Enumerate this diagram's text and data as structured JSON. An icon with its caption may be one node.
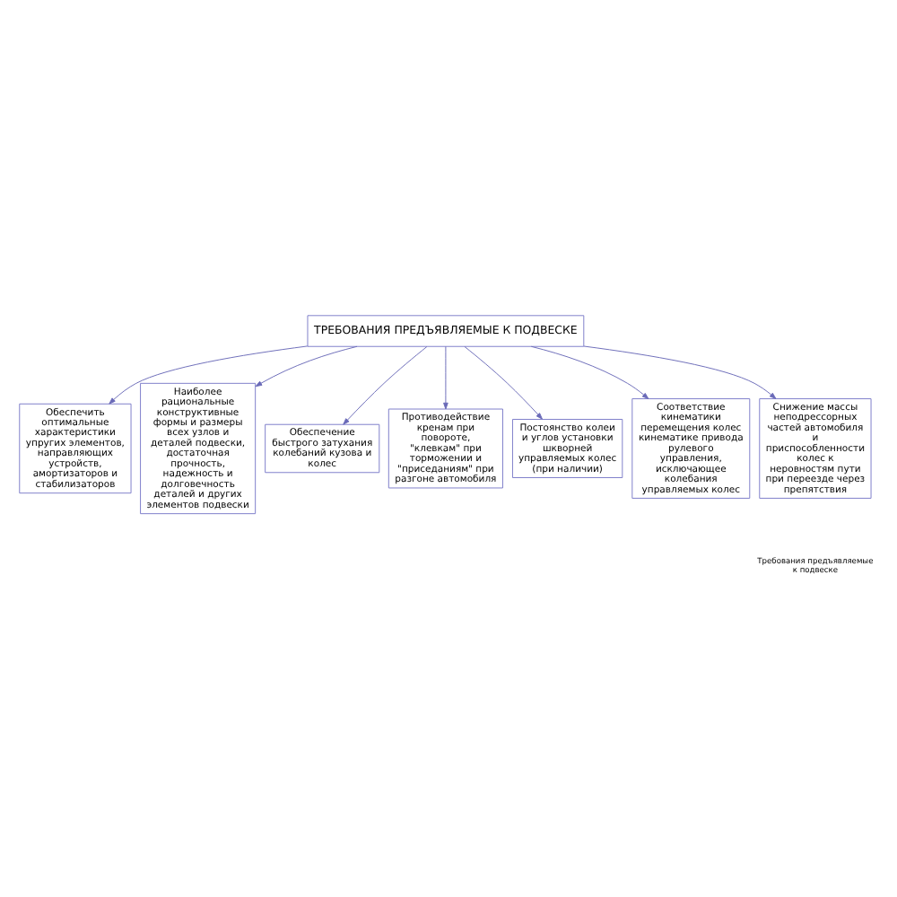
{
  "diagram": {
    "nodes": [
      {
        "text": [
          "ТРЕБОВАНИЯ ПРЕДЪЯВЛЯЕМЫЕ К ПОДВЕСКЕ"
        ]
      },
      {
        "text": [
          "Обеспечить оптимальные характеристики упругих элементов, направляющих устройств, амортизаторов и стабилизаторов"
        ]
      },
      {
        "text": [
          "Наиболее рациональные конструктивные формы и размеры всех узлов и деталей подвески, достаточная прочность, надежность и долговечность деталей и других элементов подвески"
        ]
      },
      {
        "text": [
          "Обеспечение быстрого затухания колебаний кузова и колес"
        ]
      },
      {
        "text": [
          "Противодействие кренам при повороте, \"клевкам\" при торможении и \"приседаниям\" при разгоне автомобиля"
        ]
      },
      {
        "text": [
          "Постоянство колеи и углов установки шкворней управляемых колес (при наличии)"
        ]
      },
      {
        "text": [
          "Соответствие кинематики перемещения колес кинематике привода рулевого управления, исключающее колебания управляемых колес"
        ]
      },
      {
        "text": [
          "Снижение массы неподрессорных частей автомобиля и приспособленности колес к неровностям пути при переезде через препятствия"
        ]
      }
    ],
    "edges": [
      {
        "from": 0,
        "to": 1,
        "arrow": "to"
      },
      {
        "from": 0,
        "to": 2,
        "arrow": "to"
      },
      {
        "from": 0,
        "to": 3,
        "arrow": "to"
      },
      {
        "from": 0,
        "to": 4,
        "arrow": "to"
      },
      {
        "from": 0,
        "to": 5,
        "arrow": "to"
      },
      {
        "from": 0,
        "to": 6,
        "arrow": "to"
      },
      {
        "from": 0,
        "to": 7,
        "arrow": "to"
      }
    ],
    "labels": [
      "Требования предъявляемые к подвеске"
    ]
  }
}
